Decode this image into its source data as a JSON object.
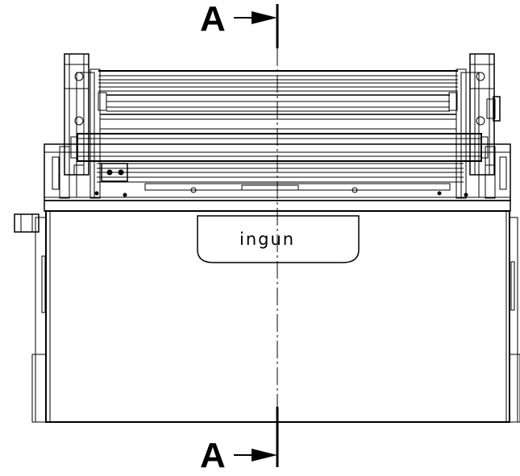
{
  "section_marker": {
    "top_label": "A",
    "bottom_label": "A"
  },
  "logo": {
    "text": "ingun"
  },
  "colors": {
    "line": "#000000",
    "background": "#ffffff"
  }
}
